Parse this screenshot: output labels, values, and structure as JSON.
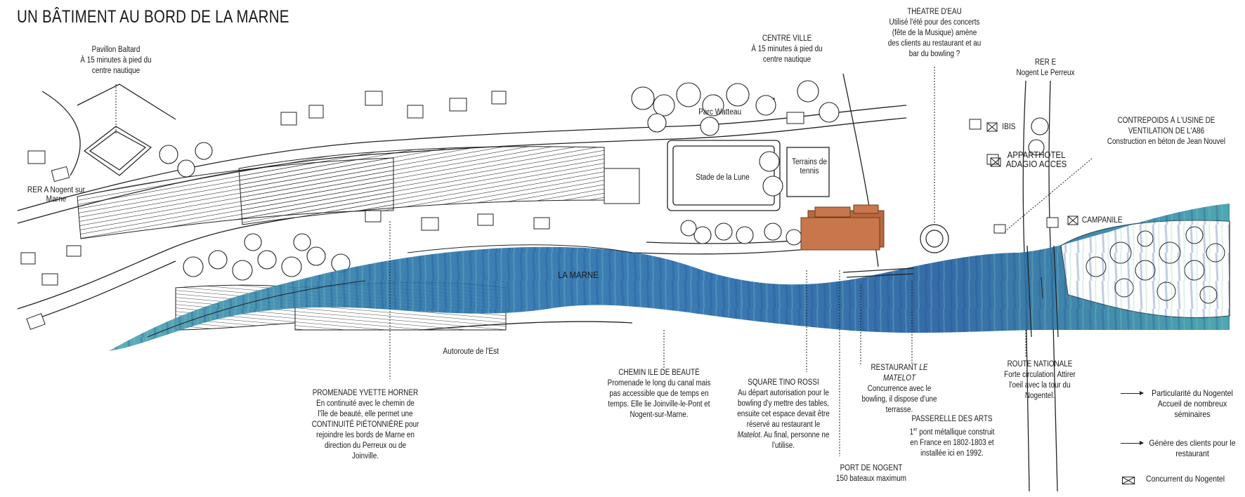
{
  "title": "UN BÂTIMENT AU BORD DE LA MARNE",
  "map_labels": {
    "la_marne": "LA MARNE",
    "parc": "Parc Watteau",
    "stade": "Stade de la Lune",
    "tennis": "Terrains de tennis",
    "rer_a": "RER A Nogent sur Marne",
    "ibis": "IBIS",
    "apparthotel": "APPARTHOTEL ADAGIO ACCES",
    "campanile": "CAMPANILE",
    "autoroute": "Autoroute de l'Est"
  },
  "annotations": {
    "pavillon": {
      "title": "Pavillon Baltard",
      "body": "À 15 minutes à pied du centre nautique"
    },
    "centre_ville": {
      "title": "CENTRE VILLE",
      "body": "À 15 minutes à pied du centre nautique"
    },
    "theatre": {
      "title": "THÉATRE D'EAU",
      "body": "Utilisé l'été pour des concerts (fête de la Musique) amène des clients au restaurant et au bar du bowling ?"
    },
    "rer_e": {
      "title": "RER E",
      "body": "Nogent Le Perreux"
    },
    "contrepoids": {
      "title": "CONTREPOIDS À L'USINE DE VENTILATION DE L'A86",
      "body": "Construction en béton de Jean Nouvel"
    },
    "promenade": {
      "title": "PROMENADE YVETTE HORNER",
      "body": "En continuité avec le chemin de l'île de beauté, elle permet une CONTINUITÉ PIÉTONNIÈRE pour rejoindre les bords de Marne en direction du Perreux ou de Joinville."
    },
    "chemin": {
      "title": "CHEMIN ILE DE BEAUTÉ",
      "body": "Promenade le long du canal mais pas accessible que de temps en temps. Elle lie Joinville-le-Pont et Nogent-sur-Marne."
    },
    "square": {
      "title": "SQUARE TINO ROSSI",
      "body_1": "Au départ autorisation pour le bowling d'y mettre des tables, ensuite cet espace devait être réservé au restaurant le",
      "body_em": "Matelot",
      "body_2": ". Au final, personne ne l'utilise."
    },
    "restaurant": {
      "title_1": "RESTAURANT",
      "title_em": "LE MATELOT",
      "body": "Concurrence avec le bowling, il dispose d'une terrasse."
    },
    "port": {
      "title": "PORT DE NOGENT",
      "body": "150 bateaux maximum"
    },
    "passerelle": {
      "title": "PASSERELLE DES ARTS",
      "body_1": "1",
      "body_sup": "er",
      "body_2": " pont métallique construit en France en 1802-1803 et installée ici en 1992."
    },
    "route": {
      "title": "ROUTE NATIONALE",
      "body": "Forte circulation. Attirer l'oeil avec la tour du Nogentel."
    }
  },
  "legend": {
    "items": [
      {
        "symbol": "arrow",
        "text": "Particularité du Nogentel Accueil de nombreux séminaires"
      },
      {
        "symbol": "arrow",
        "text": "Génère des clients pour le restaurant"
      },
      {
        "symbol": "crossed-box",
        "text": "Concurrent du Nogentel"
      }
    ]
  },
  "colors": {
    "river_dark": "#1f5d9e",
    "river_light": "#4fb3a8",
    "building": "#c8764b",
    "ink": "#1a1a1a"
  }
}
